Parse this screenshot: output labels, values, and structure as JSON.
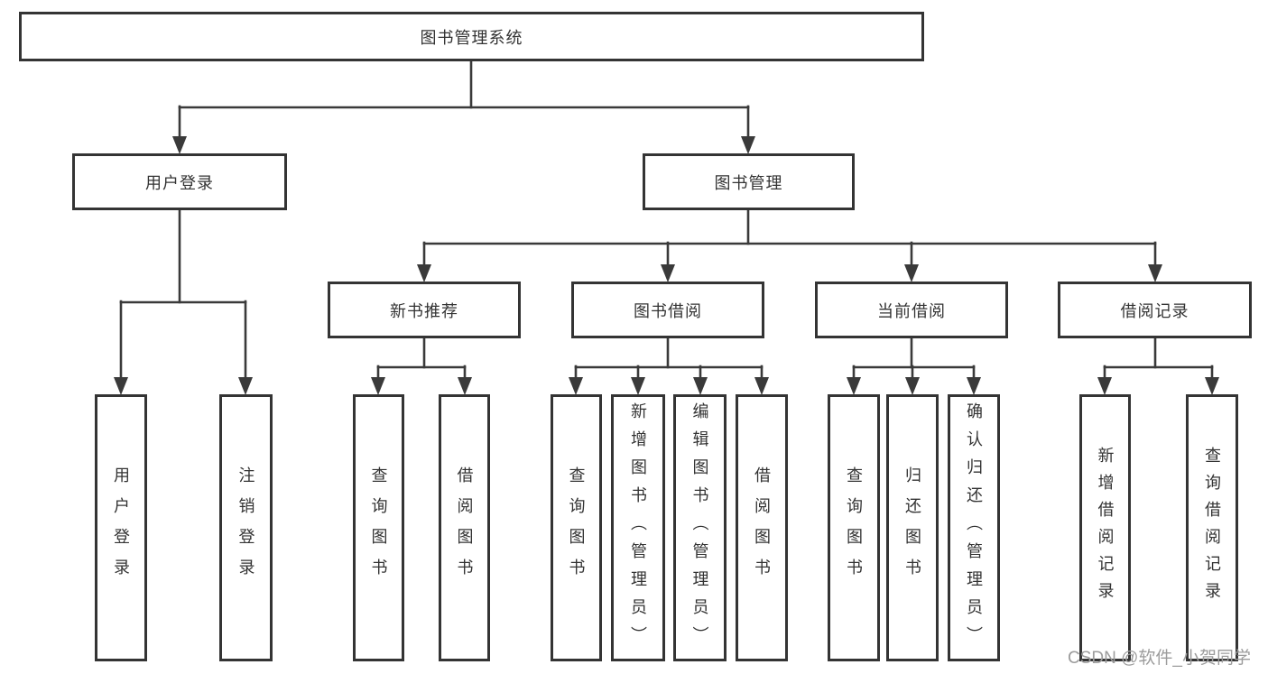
{
  "colors": {
    "line": "#3a3a3a",
    "box_border": "#343434",
    "text": "#333333",
    "watermark": "#9c9c9c",
    "background": "#ffffff"
  },
  "watermark": {
    "text": "CSDN @软件_小贺同学"
  },
  "tree": {
    "label": "图书管理系统",
    "children": [
      {
        "label": "用户登录",
        "children": [
          {
            "label": "用户登录"
          },
          {
            "label": "注销登录"
          }
        ]
      },
      {
        "label": "图书管理",
        "children": [
          {
            "label": "新书推荐",
            "children": [
              {
                "label": "查询图书"
              },
              {
                "label": "借阅图书"
              }
            ]
          },
          {
            "label": "图书借阅",
            "children": [
              {
                "label": "查询图书"
              },
              {
                "label": "新增图书（管理员）"
              },
              {
                "label": "编辑图书（管理员）"
              },
              {
                "label": "借阅图书"
              }
            ]
          },
          {
            "label": "当前借阅",
            "children": [
              {
                "label": "查询图书"
              },
              {
                "label": "归还图书"
              },
              {
                "label": "确认归还（管理员）"
              }
            ]
          },
          {
            "label": "借阅记录",
            "children": [
              {
                "label": "新增借阅记录"
              },
              {
                "label": "查询借阅记录"
              }
            ]
          }
        ]
      }
    ]
  }
}
